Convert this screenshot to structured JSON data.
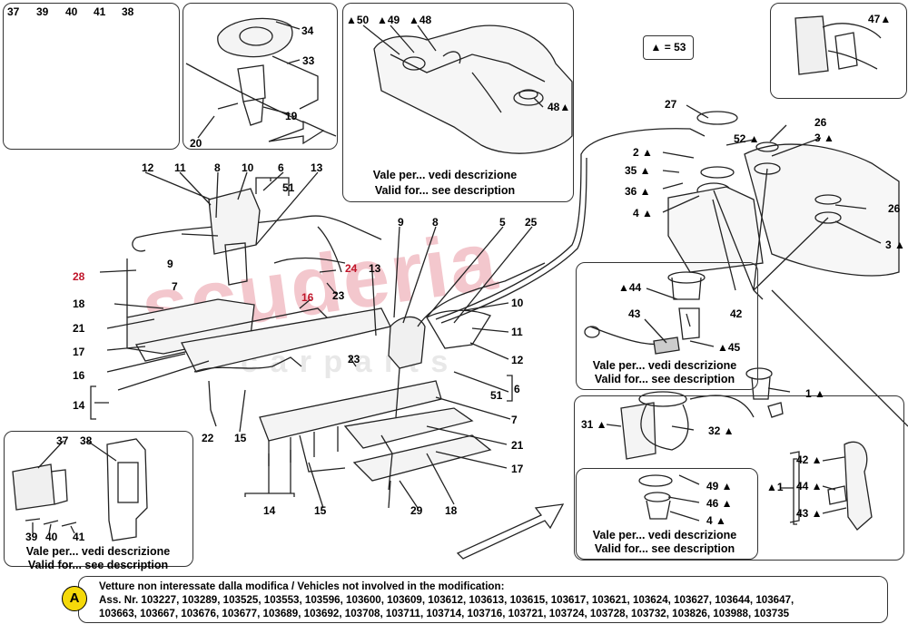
{
  "watermark": {
    "main": "scuderia",
    "sub": "c a r   p a r t s"
  },
  "legend_box": {
    "text": "▲ = 53"
  },
  "captions": {
    "top_center_it": "Vale per... vedi descrizione",
    "top_center_en": "Valid for... see description",
    "mid_right_it": "Vale per... vedi descrizione",
    "mid_right_en": "Valid for... see description",
    "bottom_left_it": "Vale per... vedi descrizione",
    "bottom_left_en": "Valid for... see description",
    "bottom_right_it": "Vale per... vedi descrizione",
    "bottom_right_en": "Valid for... see description"
  },
  "footer": {
    "badge": "A",
    "line1": "Vetture non interessate dalla modifica / Vehicles not involved in the modification:",
    "line2": "Ass. Nr. 103227, 103289, 103525, 103553, 103596, 103600, 103609, 103612, 103613, 103615, 103617, 103621, 103624, 103627, 103644, 103647,",
    "line3": "103663, 103667, 103676, 103677, 103689, 103692, 103708, 103711, 103714, 103716, 103721, 103724, 103728, 103732, 103826, 103988, 103735"
  },
  "labels": {
    "tl_37": "37",
    "tl_39": "39",
    "tl_40": "40",
    "tl_41": "41",
    "tl_38": "38",
    "tc_34": "34",
    "tc_33": "33",
    "tc_19": "19",
    "tc_20": "20",
    "tr_50": "▲50",
    "tr_49": "▲49",
    "tr_48": "▲48",
    "tr_48b": "48▲",
    "fr_47": "47▲",
    "m_12": "12",
    "m_11": "11",
    "m_8": "8",
    "m_10": "10",
    "m_6": "6",
    "m_13": "13",
    "m_51": "51",
    "m_9": "9",
    "m_28": "28",
    "m_7": "7",
    "m_18": "18",
    "m_21": "21",
    "m_17": "17",
    "m_16": "16",
    "m_14": "14",
    "m_22": "22",
    "m_15": "15",
    "m_24": "24",
    "m_23": "23",
    "m_16b": "16",
    "m_13b": "13",
    "m_9b": "9",
    "m_8b": "8",
    "m_5": "5",
    "m_25": "25",
    "m_10b": "10",
    "m_11b": "11",
    "m_12b": "12",
    "m_51b": "51",
    "m_6b": "6",
    "m_23b": "23",
    "m_7b": "7",
    "m_21b": "21",
    "m_17b": "17",
    "m_18b": "18",
    "m_29": "29",
    "m_15b": "15",
    "m_14b": "14",
    "r_27": "27",
    "r_2": "2 ▲",
    "r_52": "52 ▲",
    "r_26": "26",
    "r_3": "3 ▲",
    "r_35": "35 ▲",
    "r_36": "36 ▲",
    "r_4": "4 ▲",
    "r_26b": "26",
    "r_3b": "3 ▲",
    "mr_44": "▲44",
    "mr_42": "42",
    "mr_43": "43",
    "mr_45": "▲45",
    "r_1": "1 ▲",
    "r_31": "31 ▲",
    "r_32": "32 ▲",
    "r_42b": "42 ▲",
    "r_44b": "44 ▲",
    "r_43b": "43 ▲",
    "r_A1": "▲1",
    "br_49": "49 ▲",
    "br_46": "46 ▲",
    "br_4": "4 ▲",
    "bl_37": "37",
    "bl_38": "38",
    "bl_39": "39",
    "bl_40": "40",
    "bl_41": "41"
  }
}
